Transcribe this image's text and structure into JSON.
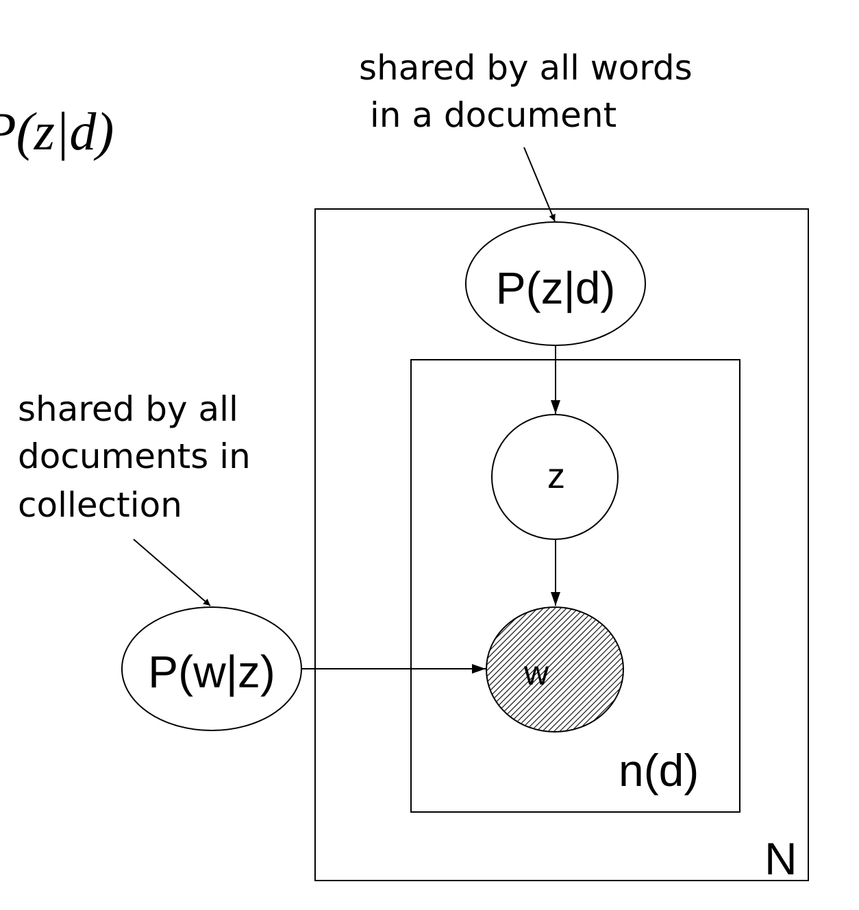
{
  "formula": {
    "text": "P(z|d)"
  },
  "annotations": {
    "top": [
      "shared by all words",
      " in a document"
    ],
    "left": [
      "shared by all",
      "documents in",
      "collection"
    ]
  },
  "nodes": {
    "pzd": "P(z|d)",
    "z": "z",
    "w": "w",
    "pwz": "P(w|z)"
  },
  "plates": {
    "outer": "N",
    "inner": "n(d)"
  },
  "colors": {
    "stroke": "#000000",
    "observed_hatch": "#000000",
    "background": "#ffffff"
  }
}
